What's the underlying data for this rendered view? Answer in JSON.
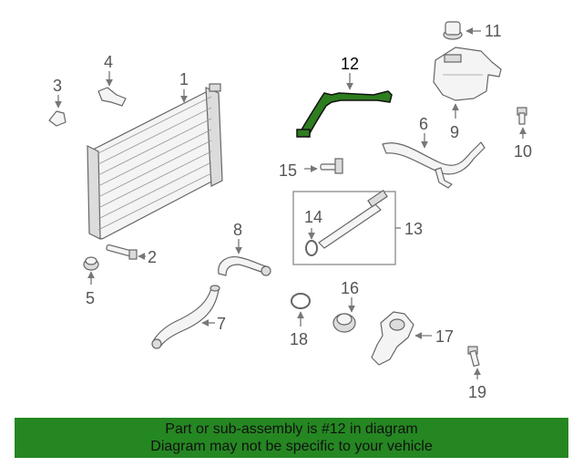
{
  "callouts": [
    "1",
    "2",
    "3",
    "4",
    "5",
    "6",
    "7",
    "8",
    "9",
    "10",
    "11",
    "12",
    "13",
    "14",
    "15",
    "16",
    "17",
    "18",
    "19"
  ],
  "highlight_color": "#2e7d1f",
  "banner": {
    "line1": "Part or sub-assembly is #12 in diagram",
    "line2": "Diagram may not be specific to your vehicle",
    "color": "#258722"
  }
}
